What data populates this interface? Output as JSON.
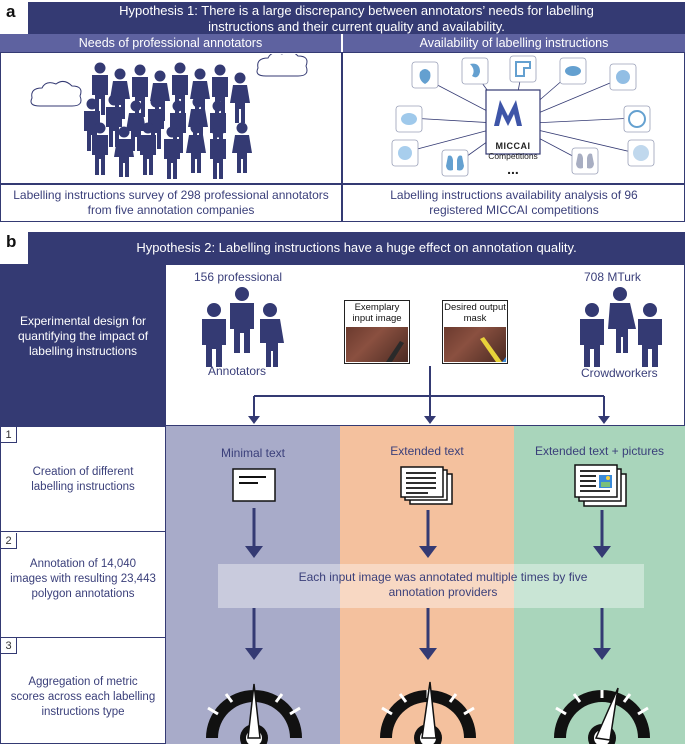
{
  "panel_a": {
    "letter": "a",
    "hypothesis": "Hypothesis 1: There is a large discrepancy between annotators’ needs for labelling instructions and their current quality and availability.",
    "left_header": "Needs of professional annotators",
    "right_header": "Availability of labelling instructions",
    "left_caption": "Labelling instructions survey of 298 professional annotators from five annotation companies",
    "right_caption": "Labelling instructions availability analysis of 96 registered MICCAI competitions",
    "logo_text": "MICCAI",
    "logo_sub": "Competitions",
    "ellipsis": "..."
  },
  "panel_b": {
    "letter": "b",
    "hypothesis": "Hypothesis 2: Labelling instructions have a huge effect on annotation quality.",
    "design_text": "Experimental design for quantifying the impact of labelling instructions",
    "professional_label": "156 professional",
    "annotators_label": "Annotators",
    "mturk_label": "708 MTurk",
    "crowd_label": "Crowdworkers",
    "input_image_label": "Exemplary input image",
    "output_mask_label": "Desired output mask",
    "steps": [
      {
        "num": "1",
        "text": "Creation of different labelling instructions"
      },
      {
        "num": "2",
        "text": "Annotation of 14,040 images with resulting 23,443 polygon annotations"
      },
      {
        "num": "3",
        "text": "Aggregation of metric scores across each labelling instructions type"
      }
    ],
    "columns": [
      {
        "title": "Minimal text",
        "color": "#a8abc9"
      },
      {
        "title": "Extended text",
        "color": "#f4c19e"
      },
      {
        "title": "Extended text + pictures",
        "color": "#a9d5bb"
      }
    ],
    "annotation_note": "Each input image was annotated multiple times by five annotation providers"
  },
  "colors": {
    "navy": "#343a73",
    "mid_blue": "#5e62a0"
  }
}
